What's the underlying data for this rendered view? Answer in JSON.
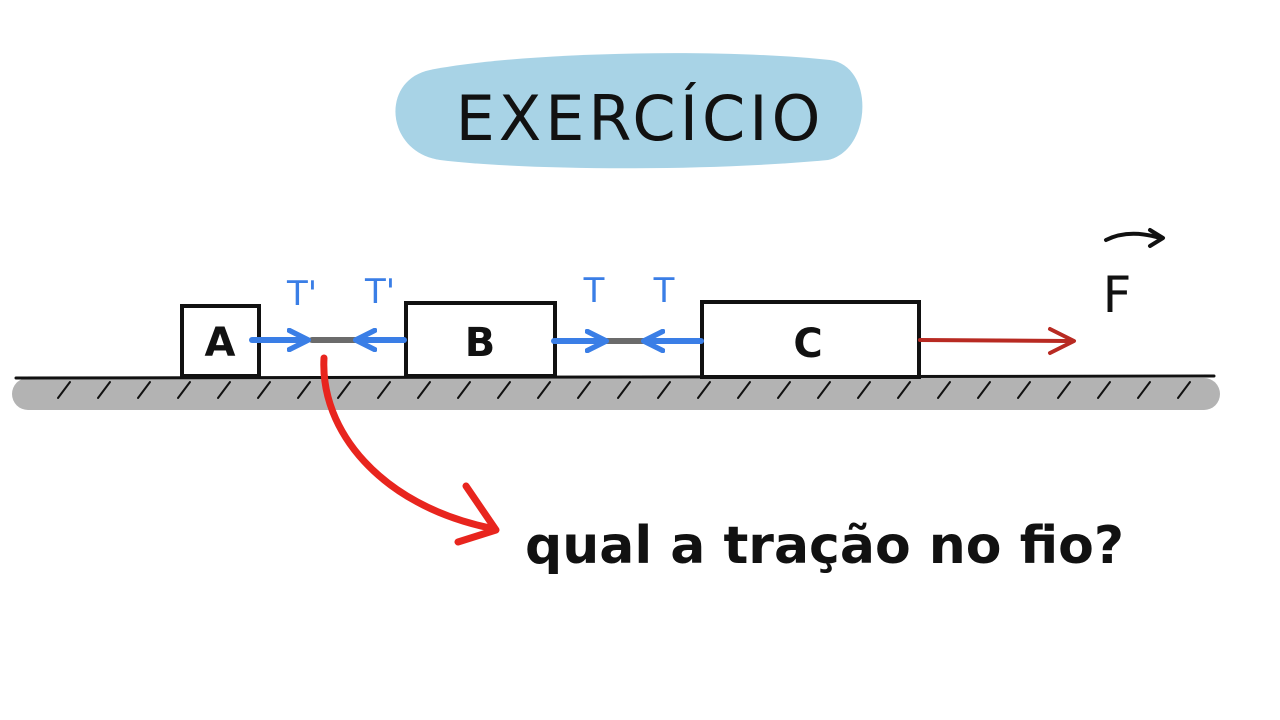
{
  "title": "EXERCÍCIO",
  "blocks": {
    "a": "A",
    "b": "B",
    "c": "C"
  },
  "tensions": {
    "left_on_a": "T'",
    "left_on_b": "T'",
    "right_on_b": "T",
    "right_on_c": "T"
  },
  "force": {
    "label": "F"
  },
  "question": "qual a tração no fio?",
  "colors": {
    "title_bubble": "#a8d3e6",
    "ground": "#b3b3b3",
    "tension_arrows": "#3a7ee6",
    "string": "#6b6b6b",
    "force_arrow": "#b82a22",
    "pointer_arrow": "#e8251e",
    "ink": "#111111"
  },
  "icons": {
    "pointer": "curved-arrow-icon",
    "vector": "vector-arrow-icon"
  }
}
